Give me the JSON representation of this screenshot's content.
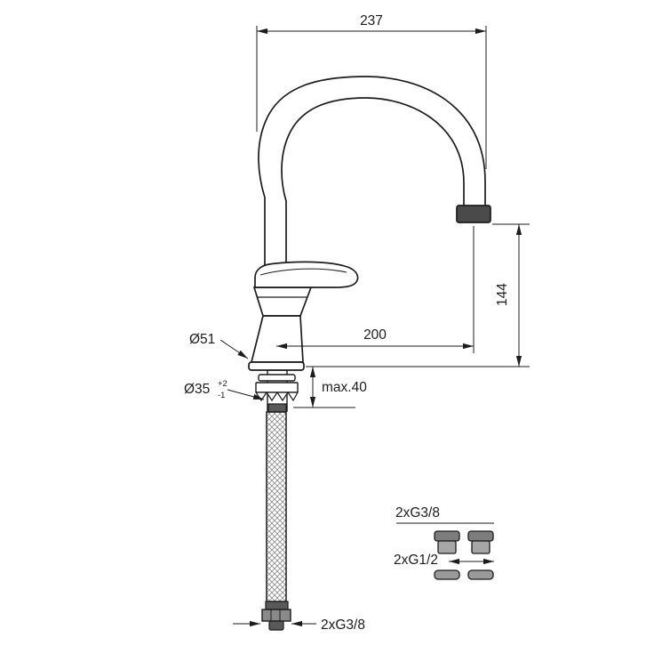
{
  "canvas": {
    "background": "#ffffff",
    "line_color": "#1c1c1c"
  },
  "labels": {
    "dim_overall_width": "237",
    "dim_outlet_height": "144",
    "dim_spout_reach": "200",
    "dim_body_diameter": "Ø51",
    "dim_hole_diameter": "Ø35",
    "dim_hole_tol_plus": "+2",
    "dim_hole_tol_minus": "-1",
    "dim_max_deck_thickness": "max.40",
    "label_supply_fittings": "2xG3/8",
    "label_alt_fittings": "2xG1/2",
    "label_hose_thread": "2xG3/8"
  }
}
